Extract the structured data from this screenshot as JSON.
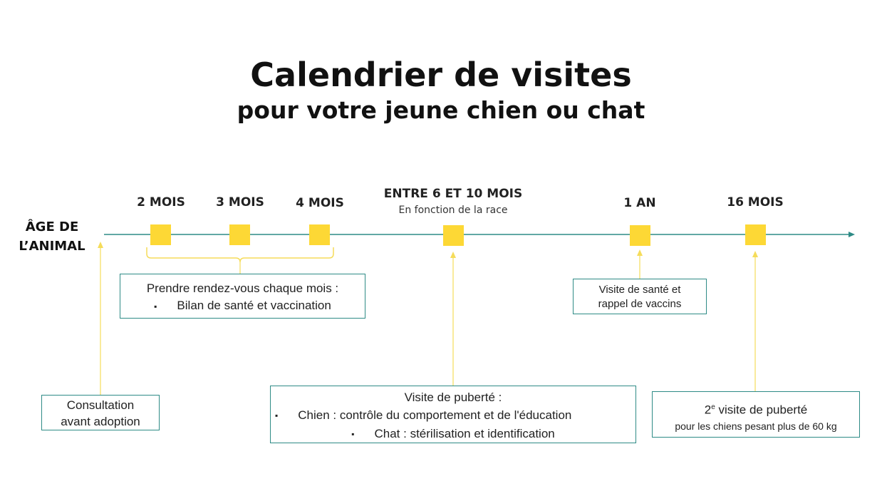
{
  "title": "Calendrier de visites",
  "subtitle": "pour votre jeune chien ou chat",
  "axis_label": [
    "ÂGE DE",
    "L’ANIMAL"
  ],
  "milestones": [
    {
      "label": "2 MOIS",
      "sub": ""
    },
    {
      "label": "3 MOIS",
      "sub": ""
    },
    {
      "label": "4 MOIS",
      "sub": ""
    },
    {
      "label": "ENTRE 6 ET 10 MOIS",
      "sub": "En fonction de la race"
    },
    {
      "label": "1 AN",
      "sub": ""
    },
    {
      "label": "16 MOIS",
      "sub": ""
    }
  ],
  "boxes": {
    "monthly": {
      "title": "Prendre rendez-vous chaque mois :",
      "bullets": [
        "Bilan de santé et vaccination"
      ]
    },
    "adoption": {
      "lines": [
        "Consultation",
        "avant adoption"
      ]
    },
    "puberty": {
      "title": "Visite de puberté :",
      "bullets": [
        "Chien : contrôle du comportement et de l'éducation",
        "Chat : stérilisation et identification"
      ]
    },
    "one_year": {
      "lines": [
        "Visite de santé et",
        "rappel de vaccins"
      ]
    },
    "second_puberty": {
      "title_prefix": "2",
      "title_sup": "e",
      "title_rest": " visite de puberté",
      "sub": "pour les chiens pesant plus de 60 kg"
    }
  },
  "colors": {
    "axis": "#2e8b86",
    "marker": "#fdd835",
    "connector": "#f5dc5a",
    "box_border": "#2e8b86"
  }
}
